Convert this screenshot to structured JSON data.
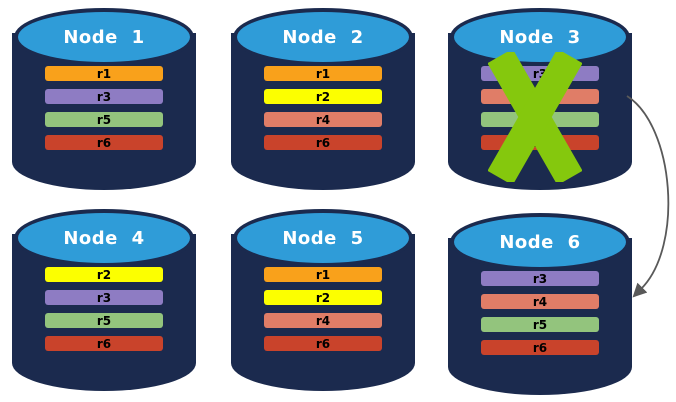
{
  "colors": {
    "background": "#FFFFFF",
    "cylinder_body": "#1B2A4E",
    "cylinder_top": "#2F9CD8",
    "title_text": "#FFFFFF",
    "bar_label_text": "#000000",
    "failure_x": "#85C80D",
    "arrow": "#595959"
  },
  "nodes": [
    {
      "title": "Node 1",
      "failed": false,
      "bars": [
        {
          "label": "r1",
          "color": "#F9A11B"
        },
        {
          "label": "r3",
          "color": "#8E7CC3"
        },
        {
          "label": "r5",
          "color": "#93C47D"
        },
        {
          "label": "r6",
          "color": "#C9432B"
        }
      ]
    },
    {
      "title": "Node 2",
      "failed": false,
      "bars": [
        {
          "label": "r1",
          "color": "#F9A11B"
        },
        {
          "label": "r2",
          "color": "#FCFF00"
        },
        {
          "label": "r4",
          "color": "#E07D67"
        },
        {
          "label": "r6",
          "color": "#C9432B"
        }
      ]
    },
    {
      "title": "Node 3",
      "failed": true,
      "bars": [
        {
          "label": "r3",
          "color": "#8E7CC3"
        },
        {
          "label": "r4",
          "color": "#E07D67"
        },
        {
          "label": "r5",
          "color": "#93C47D"
        },
        {
          "label": "r6",
          "color": "#C9432B"
        }
      ]
    },
    {
      "title": "Node 4",
      "failed": false,
      "bars": [
        {
          "label": "r2",
          "color": "#FCFF00"
        },
        {
          "label": "r3",
          "color": "#8E7CC3"
        },
        {
          "label": "r5",
          "color": "#93C47D"
        },
        {
          "label": "r6",
          "color": "#C9432B"
        }
      ]
    },
    {
      "title": "Node 5",
      "failed": false,
      "bars": [
        {
          "label": "r1",
          "color": "#F9A11B"
        },
        {
          "label": "r2",
          "color": "#FCFF00"
        },
        {
          "label": "r4",
          "color": "#E07D67"
        },
        {
          "label": "r6",
          "color": "#C9432B"
        }
      ]
    },
    {
      "title": "Node 6",
      "failed": false,
      "bars": [
        {
          "label": "r3",
          "color": "#8E7CC3"
        },
        {
          "label": "r4",
          "color": "#E07D67"
        },
        {
          "label": "r5",
          "color": "#93C47D"
        },
        {
          "label": "r6",
          "color": "#C9432B"
        }
      ]
    }
  ],
  "arrow": {
    "from": "Node 3",
    "to": "Node 6"
  }
}
